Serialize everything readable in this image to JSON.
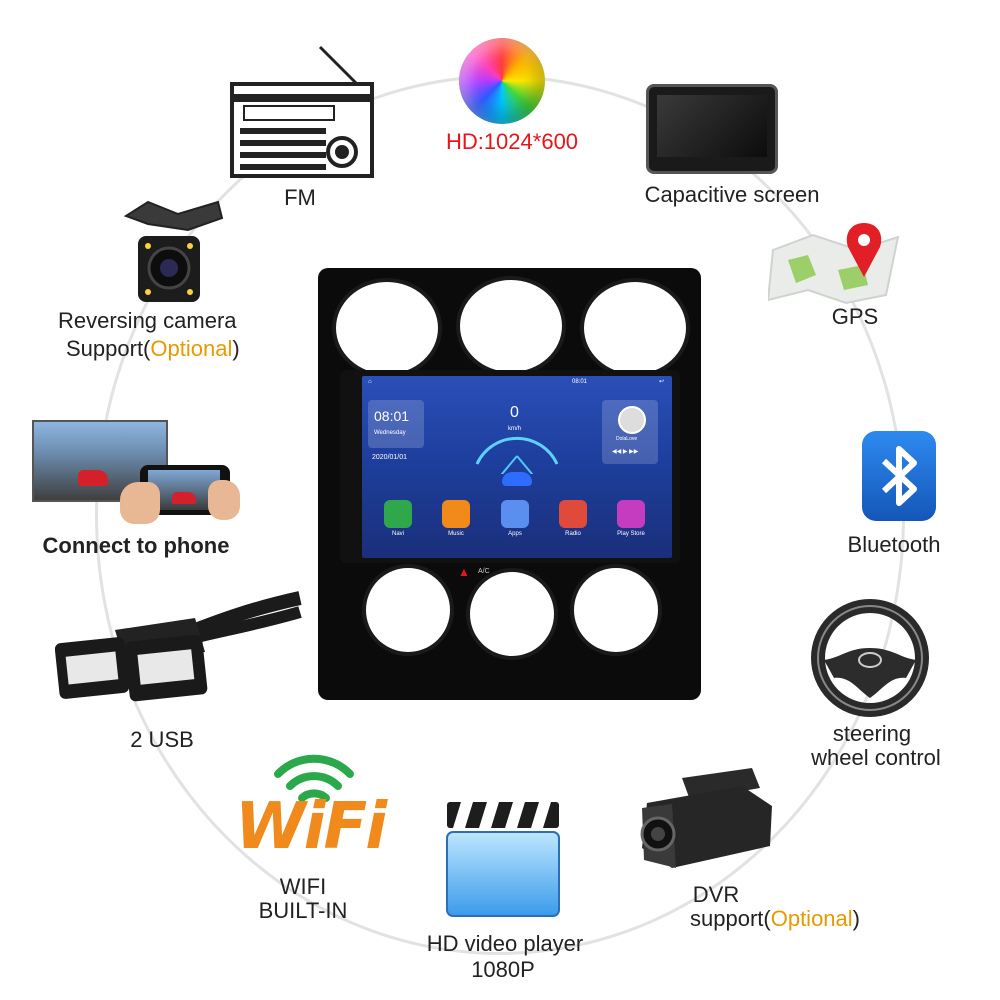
{
  "resolution": "HD:1024*600",
  "features": {
    "fm": "FM",
    "capacitive": "Capacitive screen",
    "gps": "GPS",
    "bluetooth": "Bluetooth",
    "steering": [
      "steering",
      "wheel control"
    ],
    "dvr": {
      "line1": "DVR",
      "prefix": "support(",
      "optional": "Optional",
      "suffix": ")"
    },
    "video": [
      "HD video player",
      "1080P"
    ],
    "wifi_logo": "WiFi",
    "wifi": [
      "WIFI",
      "BUILT-IN"
    ],
    "usb": "2 USB",
    "phone": "Connect to phone",
    "camera": {
      "line1": "Reversing camera",
      "prefix": "Support(",
      "optional": "Optional",
      "suffix": ")"
    }
  },
  "screen": {
    "time": "08:01",
    "day": "Wednesday",
    "date": "2020/01/01",
    "speed": "0",
    "speed_unit": "km/h",
    "status_time": "08:01",
    "artist": "DolaLove",
    "apps": [
      "Navi",
      "Music",
      "Apps",
      "Radio",
      "Play Store"
    ],
    "hvac": "A/C"
  },
  "colors": {
    "accent": "#e69a00",
    "red": "#e8141a",
    "bluetooth": "#1a6fd6",
    "wifi_orange": "#f08a1c",
    "wifi_green": "#2aa84a"
  }
}
